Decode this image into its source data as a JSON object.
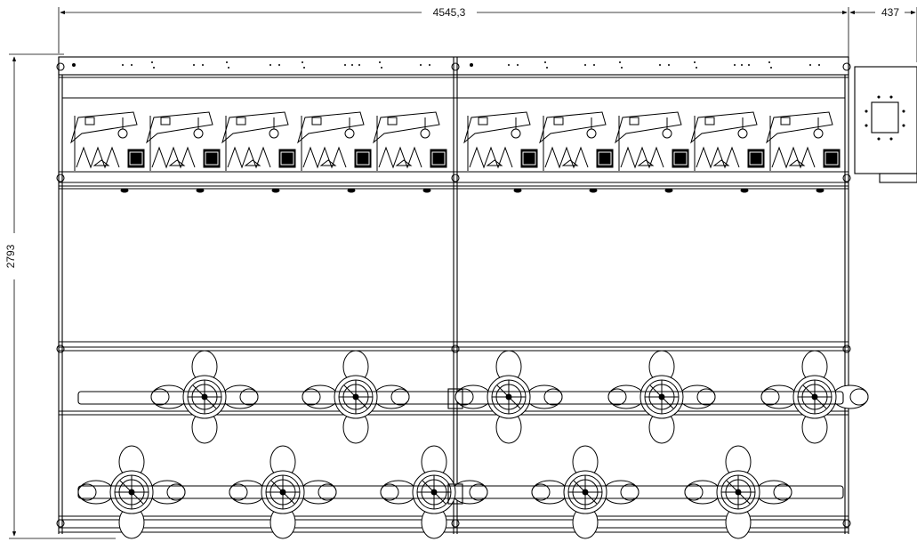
{
  "dimensions": {
    "overall_width": "4545,3",
    "cabinet_width": "437",
    "overall_height": "2793"
  },
  "drawing": {
    "spindle_heads_count": 10,
    "upper_creel_wheels": 5,
    "lower_creel_wheels": 5,
    "line_color": "#000000"
  }
}
